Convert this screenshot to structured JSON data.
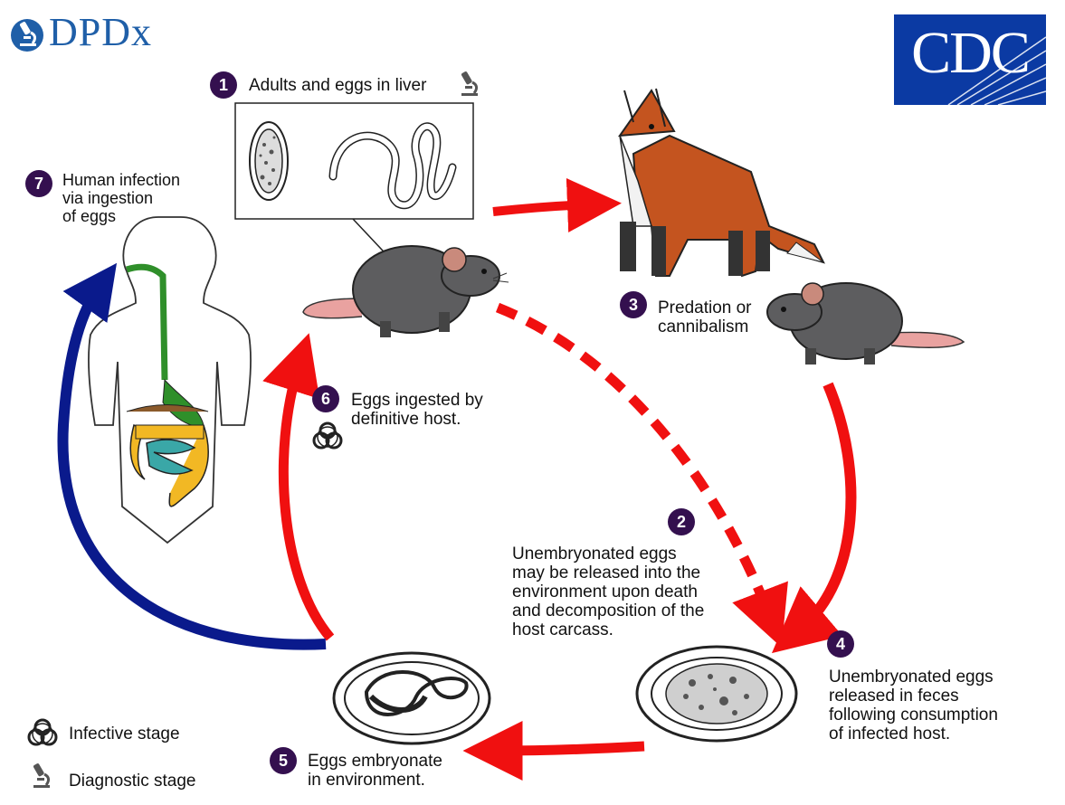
{
  "logos": {
    "dpdx": "DPDx",
    "cdc": "CDC"
  },
  "stages": [
    {
      "num": "1",
      "text": "Adults and eggs in liver"
    },
    {
      "num": "2",
      "text_lines": [
        "Unembryonated eggs",
        "may be released into the",
        "environment upon death",
        "and decomposition of the",
        "host carcass."
      ]
    },
    {
      "num": "3",
      "text_lines": [
        "Predation or",
        "cannibalism"
      ]
    },
    {
      "num": "4",
      "text_lines": [
        "Unembryonated eggs",
        "released in feces",
        "following consumption",
        "of infected host."
      ]
    },
    {
      "num": "5",
      "text_lines": [
        "Eggs embryonate",
        "in environment."
      ]
    },
    {
      "num": "6",
      "text_lines": [
        "Eggs ingested by",
        "definitive host."
      ]
    },
    {
      "num": "7",
      "text_lines": [
        "Human infection",
        "via ingestion",
        "of eggs"
      ]
    }
  ],
  "legend": {
    "infective": "Infective stage",
    "diagnostic": "Diagnostic stage"
  },
  "colors": {
    "badge": "#34104f",
    "arrow_red": "#f01010",
    "arrow_blue": "#0a1a8c",
    "dpdx_blue": "#1f5fa8",
    "cdc_blue": "#0b3aa3"
  },
  "icons": [
    "microscope-icon",
    "biohazard-icon",
    "fox-illustration",
    "rat-illustration",
    "human-body-illustration",
    "egg-illustration",
    "worm-illustration"
  ]
}
